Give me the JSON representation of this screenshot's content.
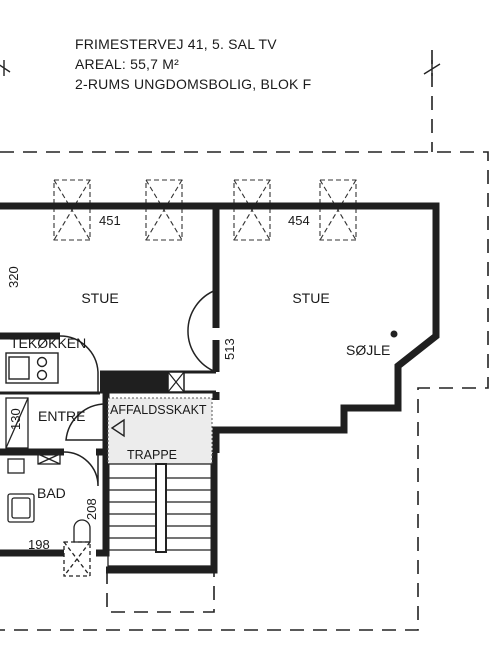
{
  "header": {
    "address": "FRIMESTERVEJ 41, 5. SAL TV",
    "area": "AREAL: 55,7 M²",
    "type": "2-RUMS UNGDOMSBOLIG, BLOK F"
  },
  "rooms": {
    "stue_left": "STUE",
    "stue_right": "STUE",
    "tekokken": "TEKØKKEN",
    "entre": "ENTRE",
    "bad": "BAD",
    "affaldsskakt": "AFFALDSSKAKT",
    "trappe": "TRAPPE",
    "sojle": "SØJLE"
  },
  "dimensions": {
    "d451": "451",
    "d454": "454",
    "d320": "320",
    "d513": "513",
    "d130": "130",
    "d208": "208",
    "d198": "198"
  }
}
